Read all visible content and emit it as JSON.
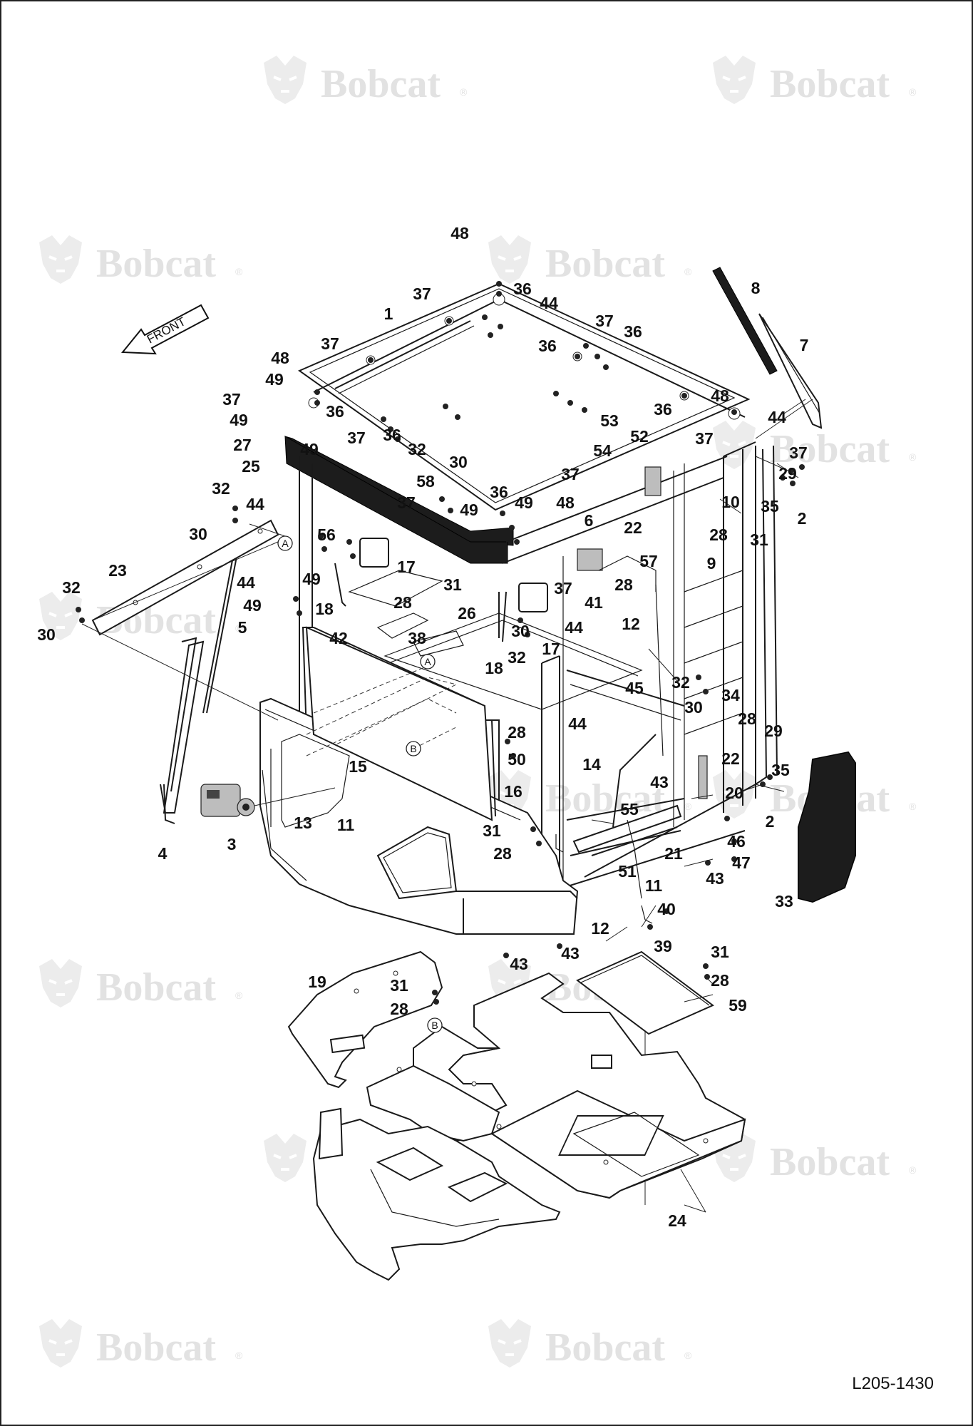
{
  "document": {
    "drawing_id": "L205-1430",
    "front_arrow_label": "FRONT",
    "watermark": {
      "brand": "Bobcat",
      "icon": "bobcat-head-icon",
      "registered_mark": "®"
    }
  },
  "callouts": [
    {
      "id": "1",
      "label": "1"
    },
    {
      "id": "2a",
      "label": "2"
    },
    {
      "id": "2b",
      "label": "2"
    },
    {
      "id": "3",
      "label": "3"
    },
    {
      "id": "4",
      "label": "4"
    },
    {
      "id": "5",
      "label": "5"
    },
    {
      "id": "6",
      "label": "6"
    },
    {
      "id": "7",
      "label": "7"
    },
    {
      "id": "8",
      "label": "8"
    },
    {
      "id": "9",
      "label": "9"
    },
    {
      "id": "10",
      "label": "10"
    },
    {
      "id": "11a",
      "label": "11"
    },
    {
      "id": "11b",
      "label": "11"
    },
    {
      "id": "12a",
      "label": "12"
    },
    {
      "id": "12b",
      "label": "12"
    },
    {
      "id": "13",
      "label": "13"
    },
    {
      "id": "14",
      "label": "14"
    },
    {
      "id": "15",
      "label": "15"
    },
    {
      "id": "16",
      "label": "16"
    },
    {
      "id": "17a",
      "label": "17"
    },
    {
      "id": "17b",
      "label": "17"
    },
    {
      "id": "18a",
      "label": "18"
    },
    {
      "id": "18b",
      "label": "18"
    },
    {
      "id": "19",
      "label": "19"
    },
    {
      "id": "20",
      "label": "20"
    },
    {
      "id": "21",
      "label": "21"
    },
    {
      "id": "22a",
      "label": "22"
    },
    {
      "id": "22b",
      "label": "22"
    },
    {
      "id": "23",
      "label": "23"
    },
    {
      "id": "24",
      "label": "24"
    },
    {
      "id": "25",
      "label": "25"
    },
    {
      "id": "26",
      "label": "26"
    },
    {
      "id": "27",
      "label": "27"
    },
    {
      "id": "28a",
      "label": "28"
    },
    {
      "id": "28b",
      "label": "28"
    },
    {
      "id": "28c",
      "label": "28"
    },
    {
      "id": "28d",
      "label": "28"
    },
    {
      "id": "28e",
      "label": "28"
    },
    {
      "id": "28f",
      "label": "28"
    },
    {
      "id": "28g",
      "label": "28"
    },
    {
      "id": "28h",
      "label": "28"
    },
    {
      "id": "29a",
      "label": "29"
    },
    {
      "id": "29b",
      "label": "29"
    },
    {
      "id": "30a",
      "label": "30"
    },
    {
      "id": "30b",
      "label": "30"
    },
    {
      "id": "30c",
      "label": "30"
    },
    {
      "id": "30d",
      "label": "30"
    },
    {
      "id": "30e",
      "label": "30"
    },
    {
      "id": "31a",
      "label": "31"
    },
    {
      "id": "31b",
      "label": "31"
    },
    {
      "id": "31c",
      "label": "31"
    },
    {
      "id": "31d",
      "label": "31"
    },
    {
      "id": "31e",
      "label": "31"
    },
    {
      "id": "32a",
      "label": "32"
    },
    {
      "id": "32b",
      "label": "32"
    },
    {
      "id": "32c",
      "label": "32"
    },
    {
      "id": "32d",
      "label": "32"
    },
    {
      "id": "32e",
      "label": "32"
    },
    {
      "id": "33",
      "label": "33"
    },
    {
      "id": "34",
      "label": "34"
    },
    {
      "id": "35a",
      "label": "35"
    },
    {
      "id": "35b",
      "label": "35"
    },
    {
      "id": "36a",
      "label": "36"
    },
    {
      "id": "36b",
      "label": "36"
    },
    {
      "id": "36c",
      "label": "36"
    },
    {
      "id": "36d",
      "label": "36"
    },
    {
      "id": "36e",
      "label": "36"
    },
    {
      "id": "36f",
      "label": "36"
    },
    {
      "id": "36g",
      "label": "36"
    },
    {
      "id": "37a",
      "label": "37"
    },
    {
      "id": "37b",
      "label": "37"
    },
    {
      "id": "37c",
      "label": "37"
    },
    {
      "id": "37d",
      "label": "37"
    },
    {
      "id": "37e",
      "label": "37"
    },
    {
      "id": "37f",
      "label": "37"
    },
    {
      "id": "37g",
      "label": "37"
    },
    {
      "id": "37h",
      "label": "37"
    },
    {
      "id": "37i",
      "label": "37"
    },
    {
      "id": "37j",
      "label": "37"
    },
    {
      "id": "38",
      "label": "38"
    },
    {
      "id": "39",
      "label": "39"
    },
    {
      "id": "40",
      "label": "40"
    },
    {
      "id": "41",
      "label": "41"
    },
    {
      "id": "42",
      "label": "42"
    },
    {
      "id": "43a",
      "label": "43"
    },
    {
      "id": "43b",
      "label": "43"
    },
    {
      "id": "43c",
      "label": "43"
    },
    {
      "id": "43d",
      "label": "43"
    },
    {
      "id": "44a",
      "label": "44"
    },
    {
      "id": "44b",
      "label": "44"
    },
    {
      "id": "44c",
      "label": "44"
    },
    {
      "id": "44d",
      "label": "44"
    },
    {
      "id": "44e",
      "label": "44"
    },
    {
      "id": "44f",
      "label": "44"
    },
    {
      "id": "45",
      "label": "45"
    },
    {
      "id": "46",
      "label": "46"
    },
    {
      "id": "47",
      "label": "47"
    },
    {
      "id": "48a",
      "label": "48"
    },
    {
      "id": "48b",
      "label": "48"
    },
    {
      "id": "48c",
      "label": "48"
    },
    {
      "id": "48d",
      "label": "48"
    },
    {
      "id": "49a",
      "label": "49"
    },
    {
      "id": "49b",
      "label": "49"
    },
    {
      "id": "49c",
      "label": "49"
    },
    {
      "id": "49d",
      "label": "49"
    },
    {
      "id": "49e",
      "label": "49"
    },
    {
      "id": "49f",
      "label": "49"
    },
    {
      "id": "49g",
      "label": "49"
    },
    {
      "id": "50",
      "label": "50"
    },
    {
      "id": "51",
      "label": "51"
    },
    {
      "id": "52",
      "label": "52"
    },
    {
      "id": "53",
      "label": "53"
    },
    {
      "id": "54",
      "label": "54"
    },
    {
      "id": "55",
      "label": "55"
    },
    {
      "id": "56",
      "label": "56"
    },
    {
      "id": "57",
      "label": "57"
    },
    {
      "id": "58",
      "label": "58"
    },
    {
      "id": "59",
      "label": "59"
    }
  ],
  "reference_markers": [
    {
      "id": "A1",
      "label": "A"
    },
    {
      "id": "A2",
      "label": "A"
    },
    {
      "id": "B1",
      "label": "B"
    },
    {
      "id": "B2",
      "label": "B"
    }
  ]
}
